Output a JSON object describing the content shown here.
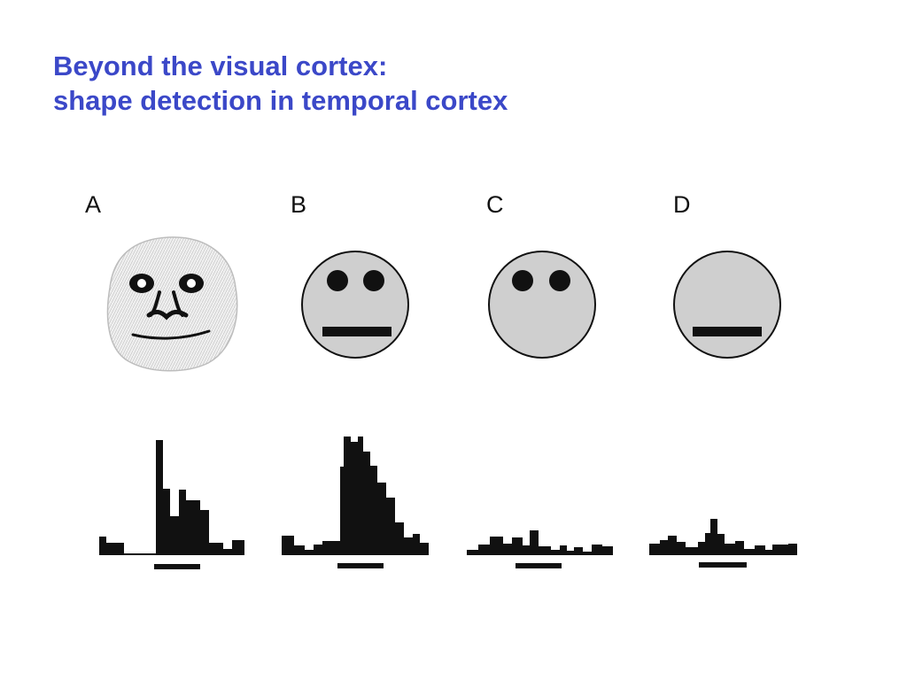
{
  "slide": {
    "title_line1": "Beyond the visual cortex:",
    "title_line2": "shape detection in temporal cortex",
    "title_color": "#3b48c8"
  },
  "panels": [
    {
      "label": "A",
      "stimulus": "monkey-face-drawing"
    },
    {
      "label": "B",
      "stimulus": "schematic-face-eyes-and-mouth"
    },
    {
      "label": "C",
      "stimulus": "schematic-face-eyes-only"
    },
    {
      "label": "D",
      "stimulus": "schematic-face-mouth-only"
    }
  ],
  "colors": {
    "face_fill": "#cfcfcf",
    "ink": "#111111"
  }
}
